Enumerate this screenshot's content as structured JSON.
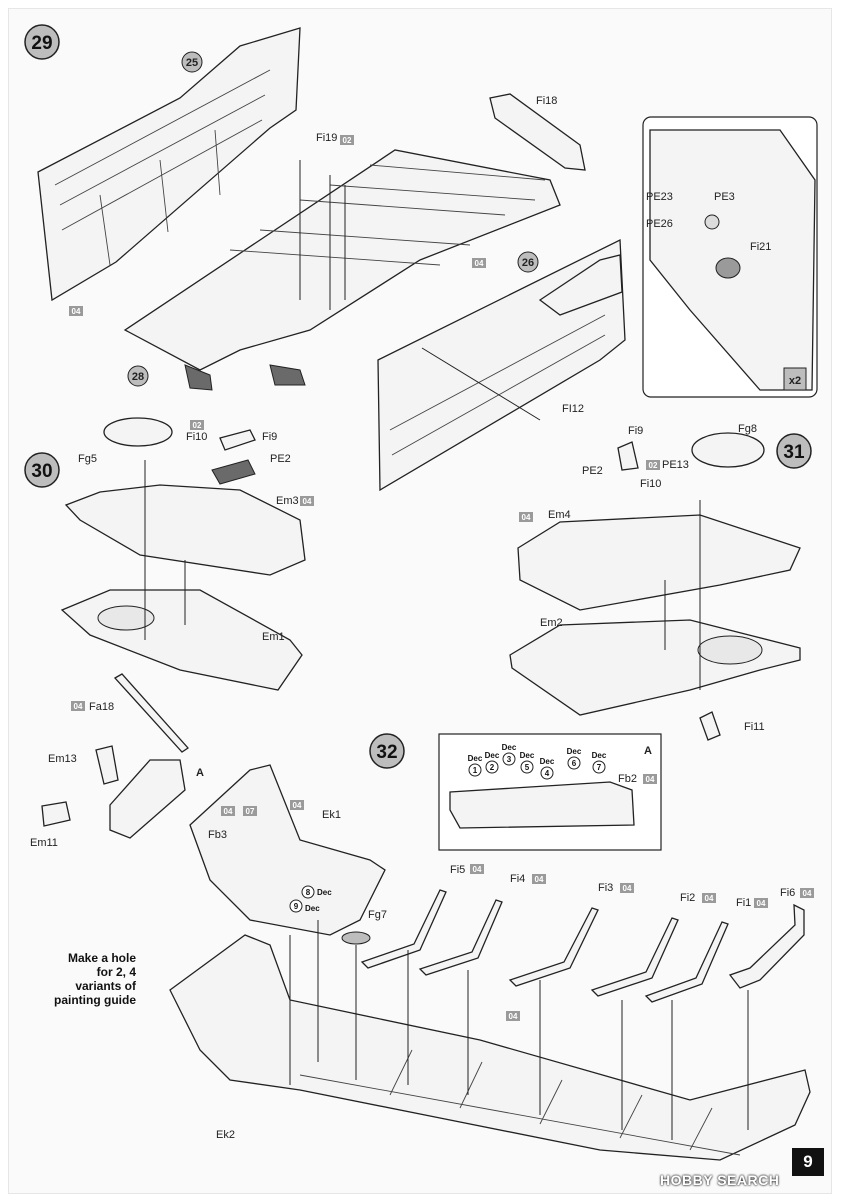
{
  "page_number": "9",
  "watermark": "HOBBY SEARCH",
  "note": "Make a hole for 2, 4 variants of painting guide",
  "steps": {
    "s29": "29",
    "s30": "30",
    "s31": "31",
    "s32": "32",
    "sub25": "25",
    "sub26": "26",
    "sub28": "28"
  },
  "inset": {
    "multiplier": "x2",
    "detail_label": "A"
  },
  "color_codes": {
    "c02": "02",
    "c04": "04",
    "c07": "07"
  },
  "parts": {
    "Fi18": "Fi18",
    "Fi19": "Fi19",
    "Fi12": "FI12",
    "PE23": "PE23",
    "PE3": "PE3",
    "PE26": "PE26",
    "Fi21": "Fi21",
    "Fg5": "Fg5",
    "Fi10": "Fi10",
    "Fi9": "Fi9",
    "PE2": "PE2",
    "Em3": "Em3",
    "Em1": "Em1",
    "Fg8": "Fg8",
    "PE13": "PE13",
    "Em4": "Em4",
    "Em2": "Em2",
    "Fi11": "Fi11",
    "Fa18": "Fa18",
    "Em13": "Em13",
    "Em11": "Em11",
    "Fb3": "Fb3",
    "Ek1": "Ek1",
    "Fg7": "Fg7",
    "Fb2": "Fb2",
    "Fi5": "Fi5",
    "Fi4": "Fi4",
    "Fi3": "Fi3",
    "Fi2": "Fi2",
    "Fi1": "Fi1",
    "Fi6": "Fi6",
    "Ek2": "Ek2"
  },
  "decals": {
    "d1": "1",
    "d2": "2",
    "d3": "3",
    "d4": "4",
    "d5": "5",
    "d6": "6",
    "d7": "7",
    "d8": "8",
    "d9": "9",
    "dec": "Dec"
  }
}
